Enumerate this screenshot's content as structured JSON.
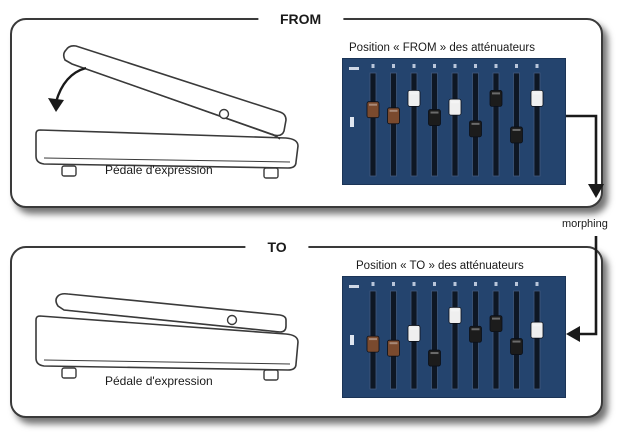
{
  "from_panel": {
    "title": "FROM",
    "pedal_label": "Pédale d'expression",
    "fader_caption": "Position « FROM » des atténuateurs",
    "fader_levels": [
      0.33,
      0.4,
      0.2,
      0.42,
      0.3,
      0.55,
      0.2,
      0.62,
      0.2
    ]
  },
  "to_panel": {
    "title": "TO",
    "pedal_label": "Pédale d'expression",
    "fader_caption": "Position « TO » des atténuateurs",
    "fader_levels": [
      0.55,
      0.6,
      0.42,
      0.72,
      0.2,
      0.43,
      0.3,
      0.58,
      0.38
    ]
  },
  "morph_label": "morphing",
  "colors": {
    "panel_border": "#3a3a3a",
    "fader_panel": "#24446e",
    "fader_cap_brown": "#7a4a2e",
    "fader_cap_black": "#1c1c1c",
    "fader_cap_white": "#efefef"
  }
}
